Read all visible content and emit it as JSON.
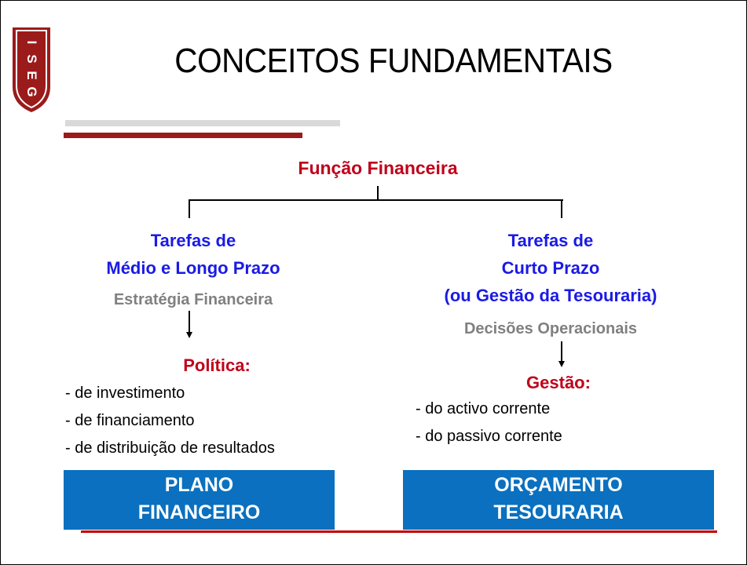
{
  "logo": {
    "letters": [
      "I",
      "S",
      "E",
      "G"
    ]
  },
  "title": "CONCEITOS FUNDAMENTAIS",
  "root": "Função Financeira",
  "left": {
    "heading_line1": "Tarefas de",
    "heading_line2": "Médio e Longo Prazo",
    "sub": "Estratégia Financeira",
    "policy": "Política:",
    "items": [
      "- de investimento",
      "- de financiamento",
      "- de distribuição de resultados"
    ],
    "box_line1": "PLANO",
    "box_line2": "FINANCEIRO"
  },
  "right": {
    "heading_line1": "Tarefas de",
    "heading_line2": "Curto Prazo",
    "heading_line3": "(ou Gestão da Tesouraria)",
    "sub": "Decisões Operacionais",
    "policy": "Gestão:",
    "items": [
      "- do activo corrente",
      "- do passivo corrente"
    ],
    "box_line1": "ORÇAMENTO",
    "box_line2": "TESOURARIA"
  },
  "colors": {
    "logo_red": "#9b1b1b",
    "root_red": "#c0001a",
    "heading_blue": "#1a1ae6",
    "sub_gray": "#808080",
    "box_blue": "#0a70bf"
  }
}
